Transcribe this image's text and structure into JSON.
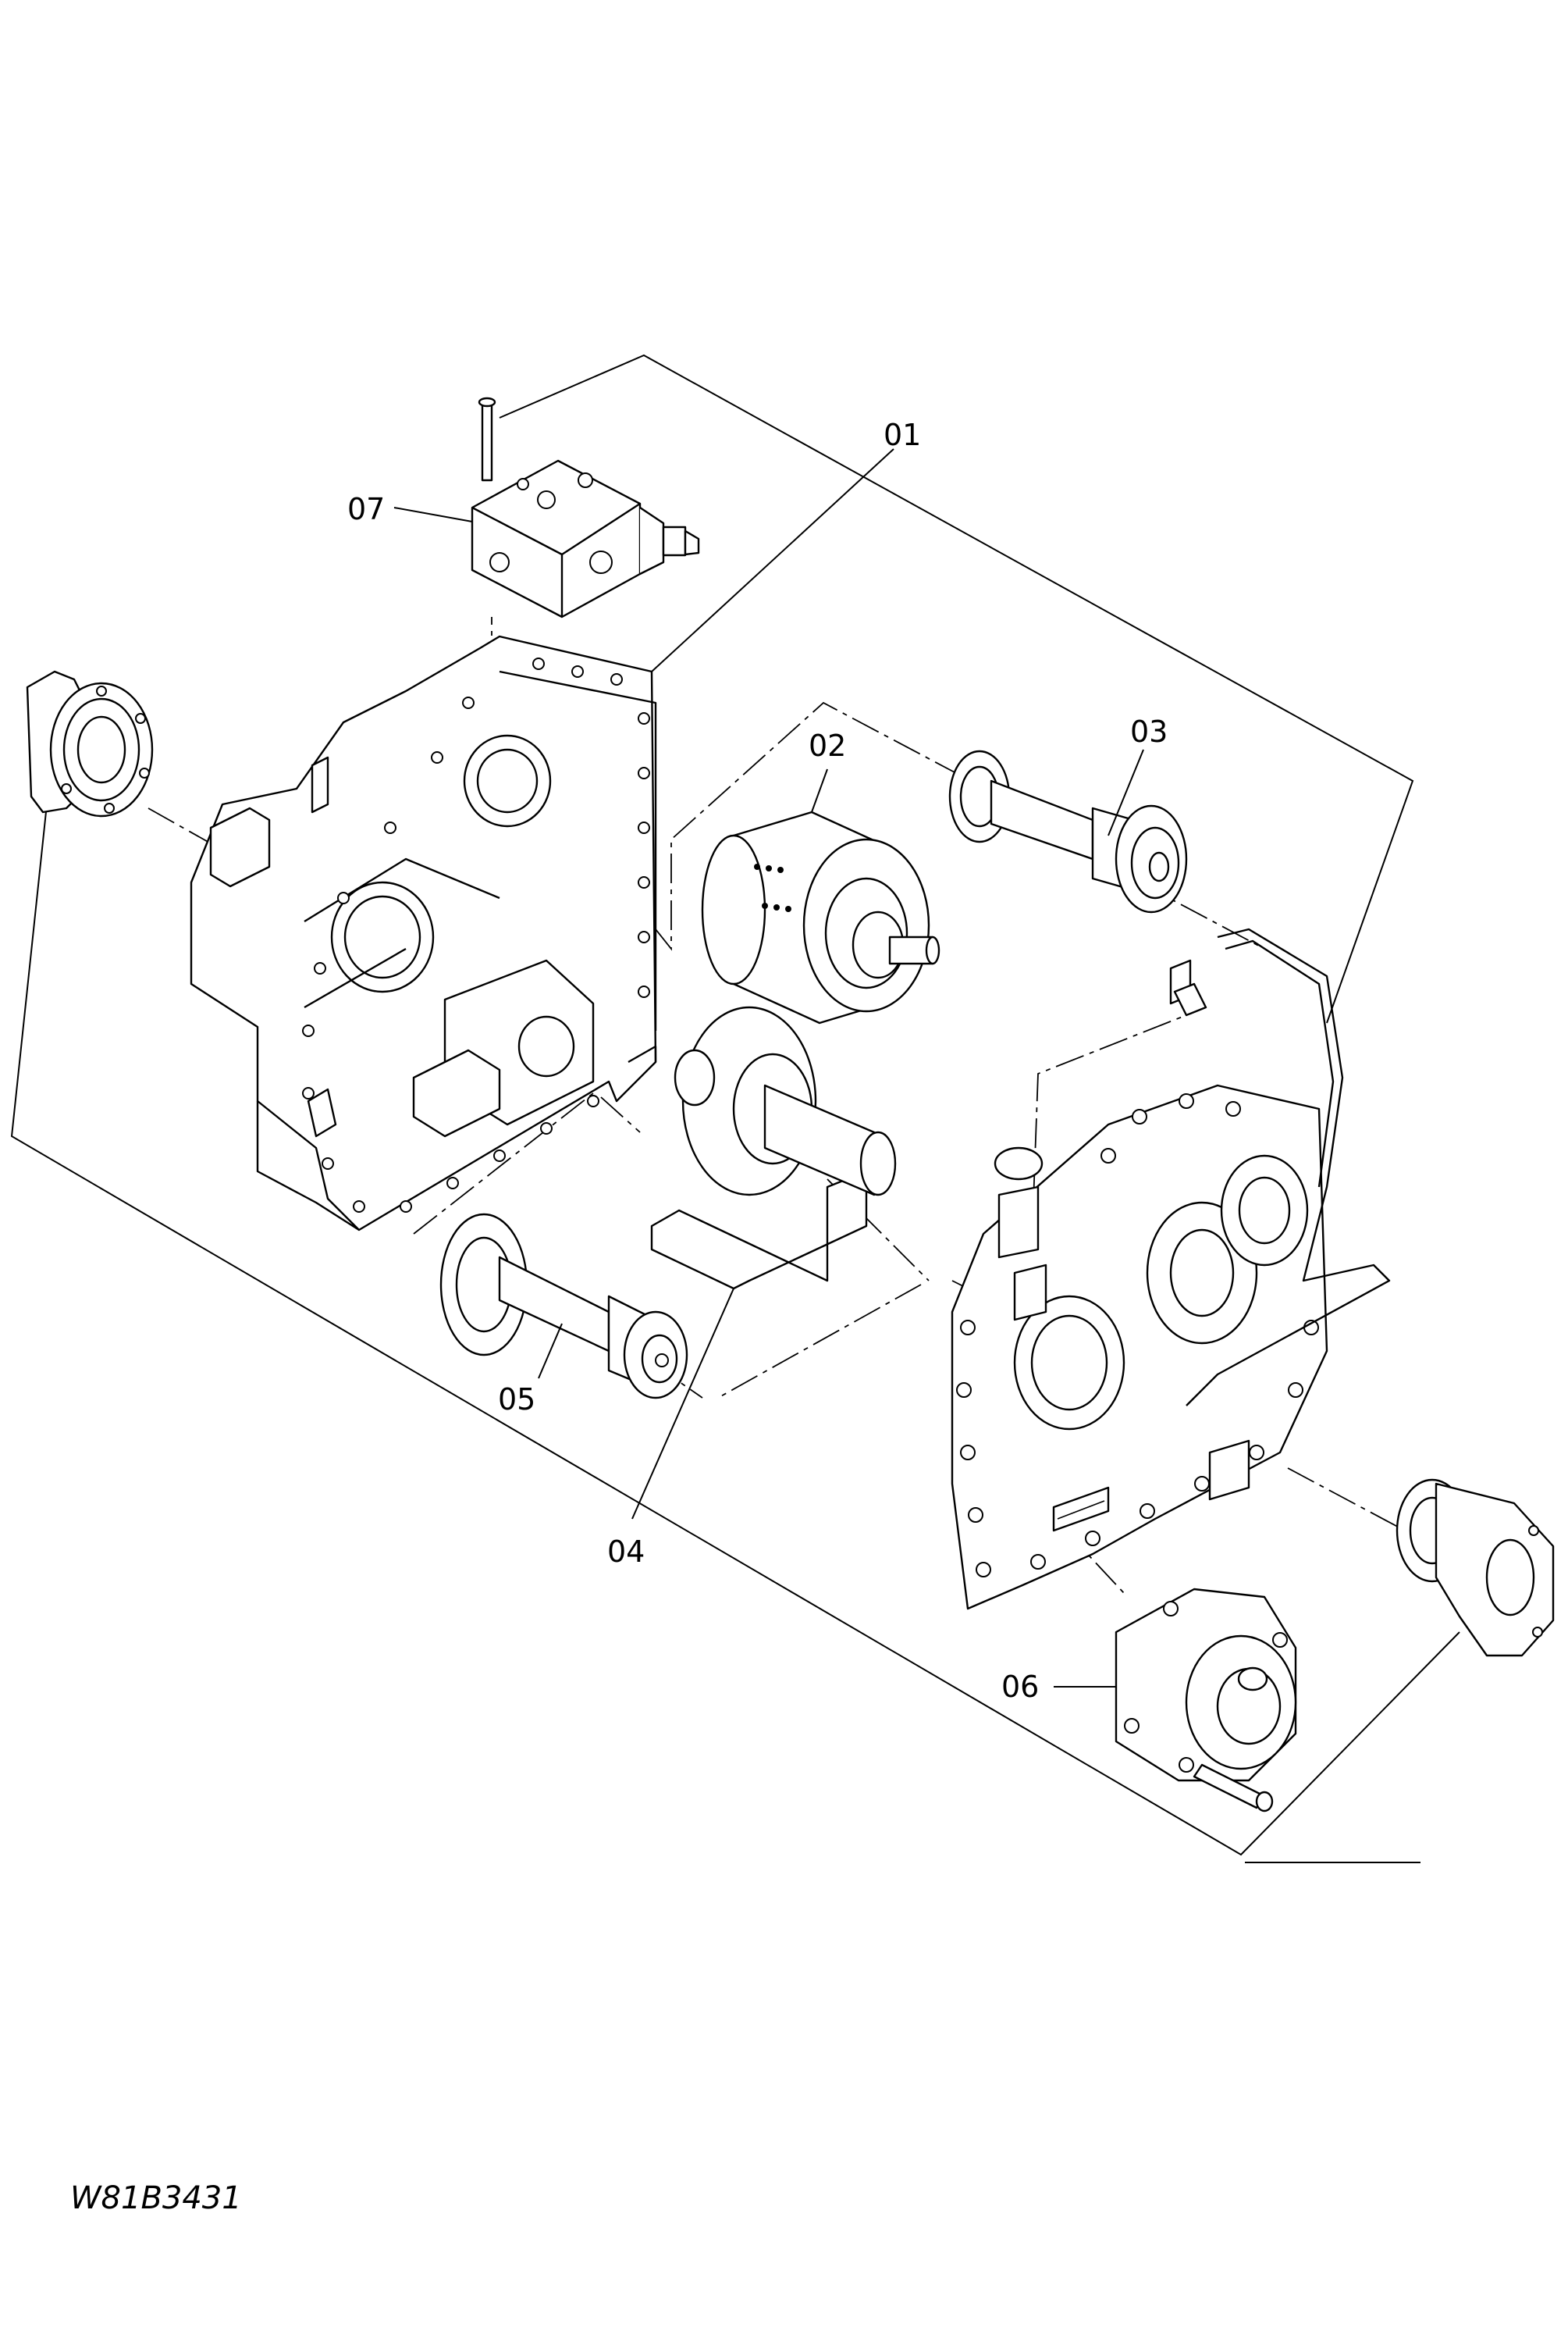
{
  "drawing": {
    "code": "W81B3431",
    "callouts": [
      {
        "id": "01",
        "text": "01"
      },
      {
        "id": "02",
        "text": "02"
      },
      {
        "id": "03",
        "text": "03"
      },
      {
        "id": "04",
        "text": "04"
      },
      {
        "id": "05",
        "text": "05"
      },
      {
        "id": "06",
        "text": "06"
      },
      {
        "id": "07",
        "text": "07"
      }
    ]
  },
  "style": {
    "line_color": "#000000",
    "background": "#ffffff"
  }
}
